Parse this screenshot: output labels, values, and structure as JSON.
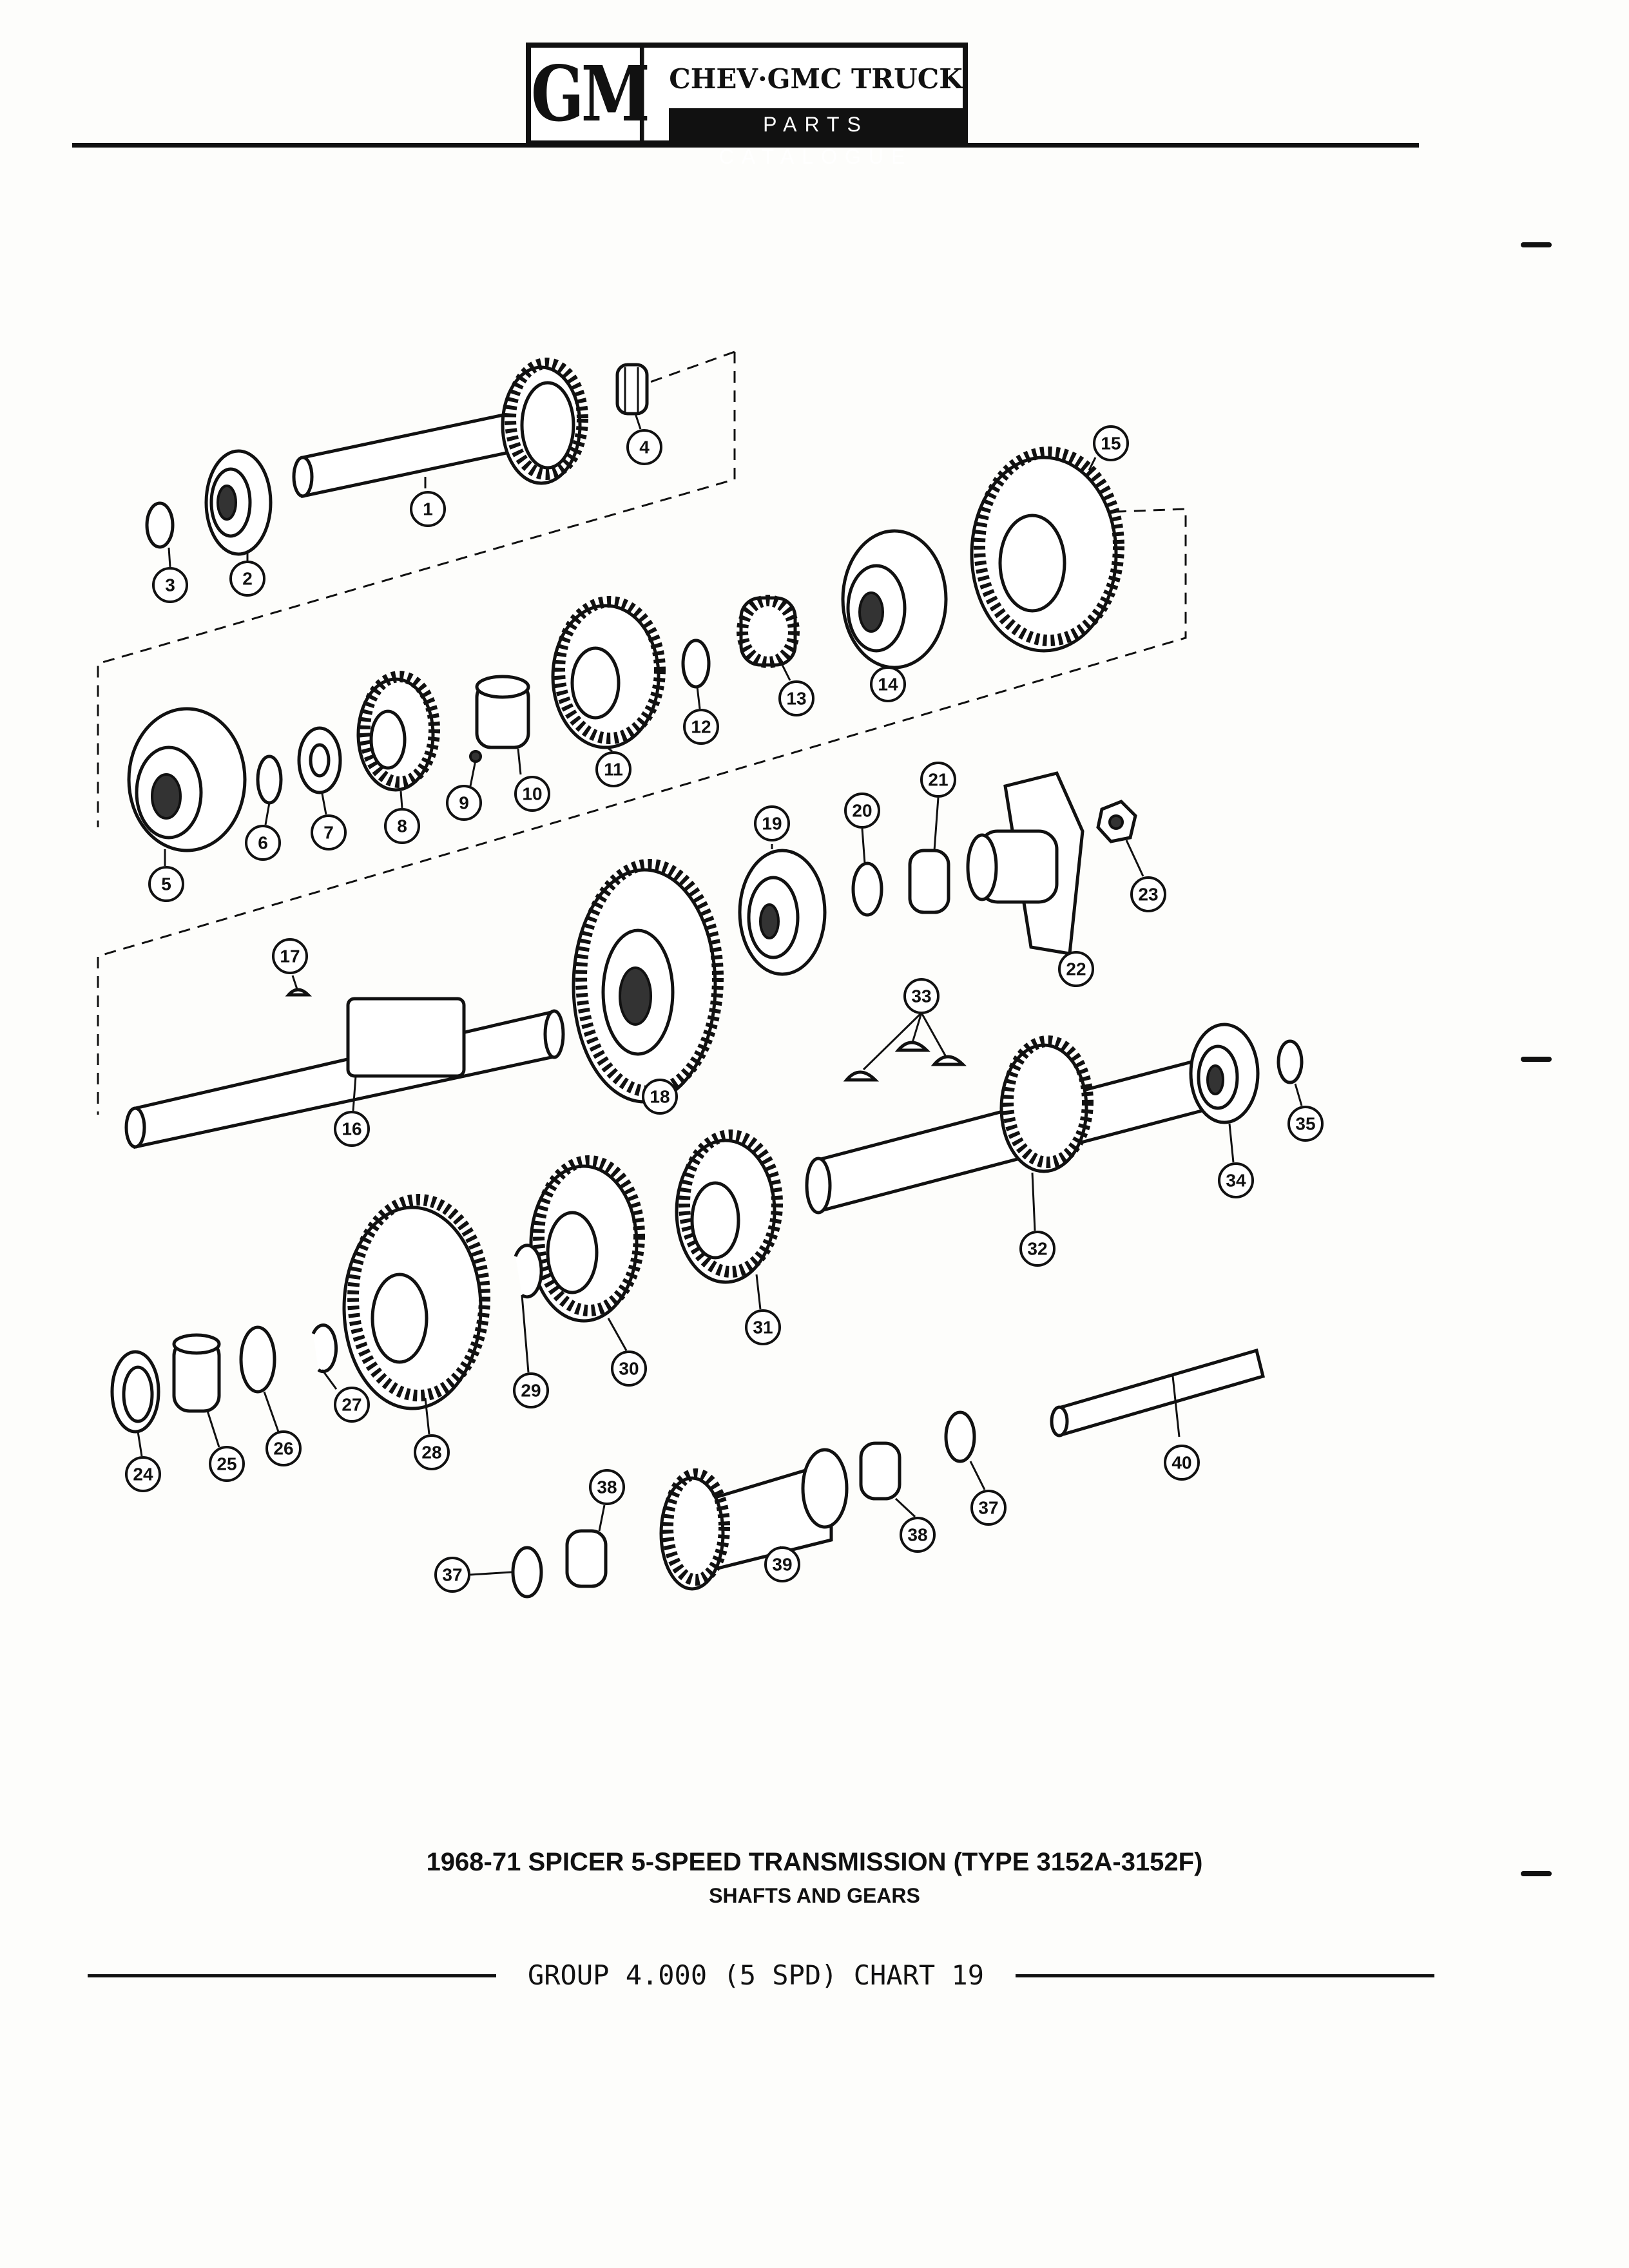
{
  "header": {
    "logo_text": "GM",
    "brand_line": "CHEV·GMC TRUCK",
    "catalogue_line": "PARTS CATALOGUE"
  },
  "diagram": {
    "callouts": [
      "1",
      "2",
      "3",
      "4",
      "5",
      "6",
      "7",
      "8",
      "9",
      "10",
      "11",
      "12",
      "13",
      "14",
      "15",
      "16",
      "17",
      "18",
      "19",
      "20",
      "21",
      "22",
      "23",
      "24",
      "25",
      "26",
      "27",
      "28",
      "29",
      "30",
      "31",
      "32",
      "33",
      "34",
      "35",
      "37",
      "38",
      "39",
      "40"
    ]
  },
  "footer": {
    "title": "1968-71 SPICER 5-SPEED TRANSMISSION (TYPE 3152A-3152F)",
    "subtitle": "SHAFTS AND GEARS",
    "group_label": "GROUP 4.000 (5 SPD) CHART 19"
  }
}
